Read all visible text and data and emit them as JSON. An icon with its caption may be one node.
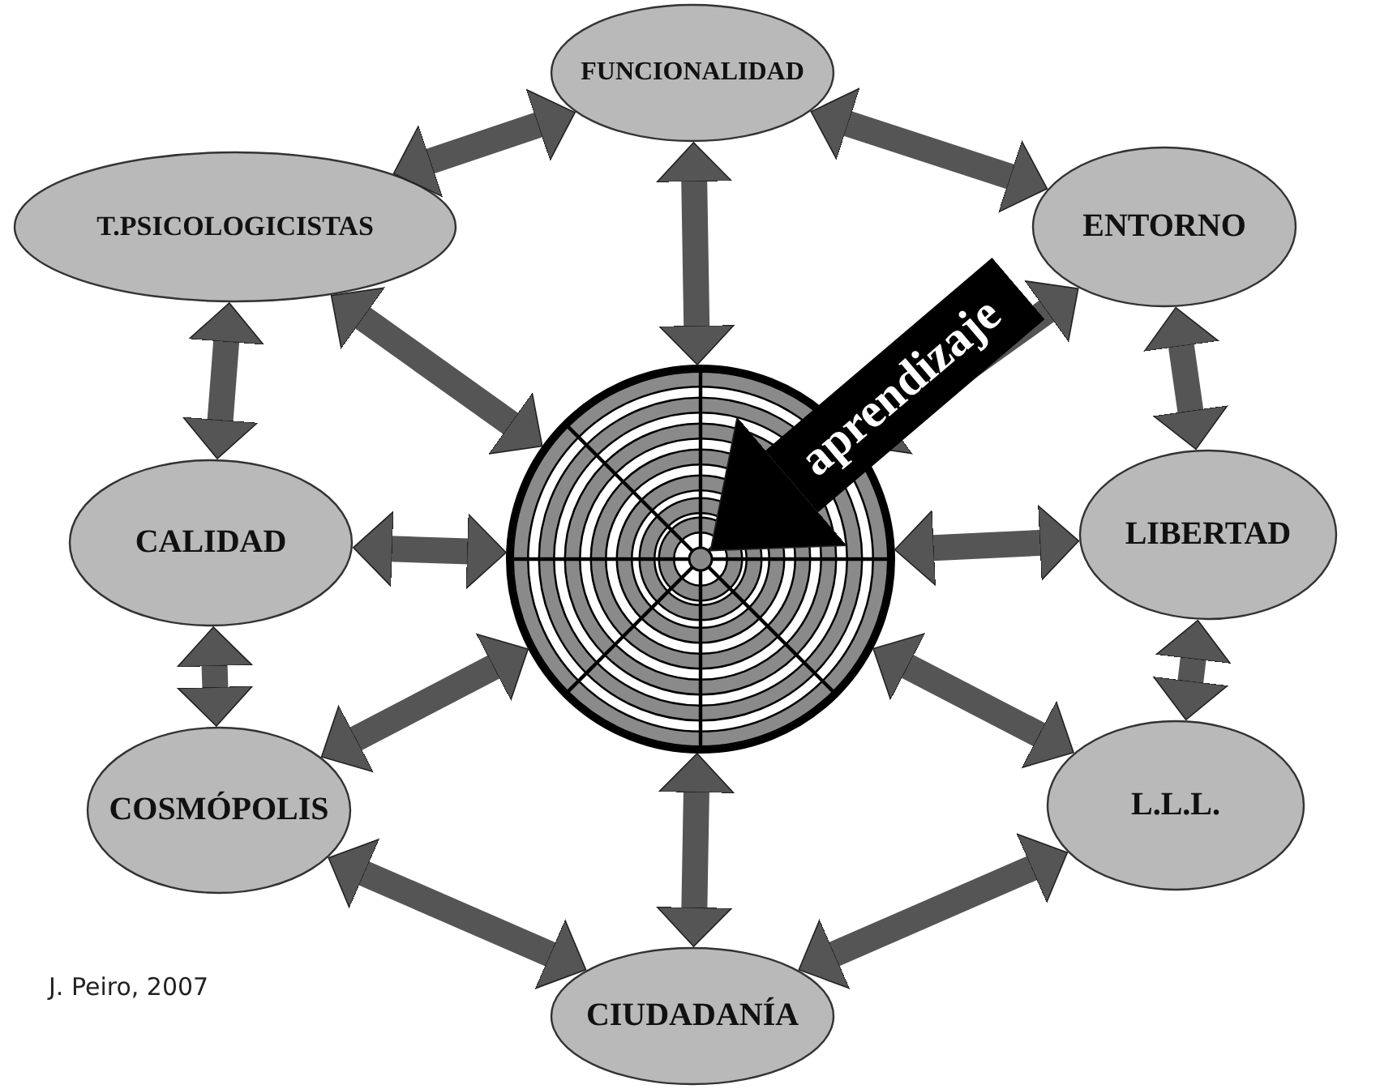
{
  "diagram": {
    "caption": "J. Peiro, 2007",
    "nodes": [
      {
        "text": [
          "FUNCIONALIDAD"
        ]
      },
      {
        "text": [
          "T.PSICOLOGICISTAS"
        ]
      },
      {
        "text": [
          "ENTORNO"
        ]
      },
      {
        "text": [],
        "shape": "circle"
      },
      {
        "text": [],
        "shape": "circle",
        "in": 3
      },
      {
        "text": [
          "CALIDAD"
        ]
      },
      {
        "text": [
          "LIBERTAD"
        ]
      },
      {
        "text": [
          "COSMÓPOLIS"
        ]
      },
      {
        "text": [
          "L.L.L."
        ]
      },
      {
        "text": [
          "CIUDADANÍA"
        ]
      }
    ],
    "edges": [
      {
        "from": 1,
        "to": 0,
        "arrow": "both"
      },
      {
        "from": 0,
        "to": 2,
        "arrow": "both"
      },
      {
        "from": 2,
        "to": 6,
        "arrow": "both"
      },
      {
        "from": 6,
        "to": 8,
        "arrow": "both"
      },
      {
        "from": 8,
        "to": 9,
        "arrow": "both"
      },
      {
        "from": 9,
        "to": 7,
        "arrow": "both"
      },
      {
        "from": 7,
        "to": 5,
        "arrow": "both"
      },
      {
        "from": 5,
        "to": 1,
        "arrow": "both"
      },
      {
        "from": 3,
        "to": 0,
        "arrow": "both"
      },
      {
        "from": 3,
        "to": 1,
        "arrow": "both"
      },
      {
        "from": 3,
        "to": 5,
        "arrow": "both"
      },
      {
        "from": 3,
        "to": 7,
        "arrow": "both"
      },
      {
        "from": 3,
        "to": 9,
        "arrow": "both"
      },
      {
        "from": 3,
        "to": 8,
        "arrow": "both"
      },
      {
        "from": 3,
        "to": 6,
        "arrow": "both"
      },
      {
        "from": 3,
        "to": 2,
        "arrow": "both"
      },
      {
        "from": null,
        "to": 4,
        "arrow": "to",
        "label": "aprendizaje",
        "style": "thick",
        "color": "#000000"
      }
    ]
  }
}
